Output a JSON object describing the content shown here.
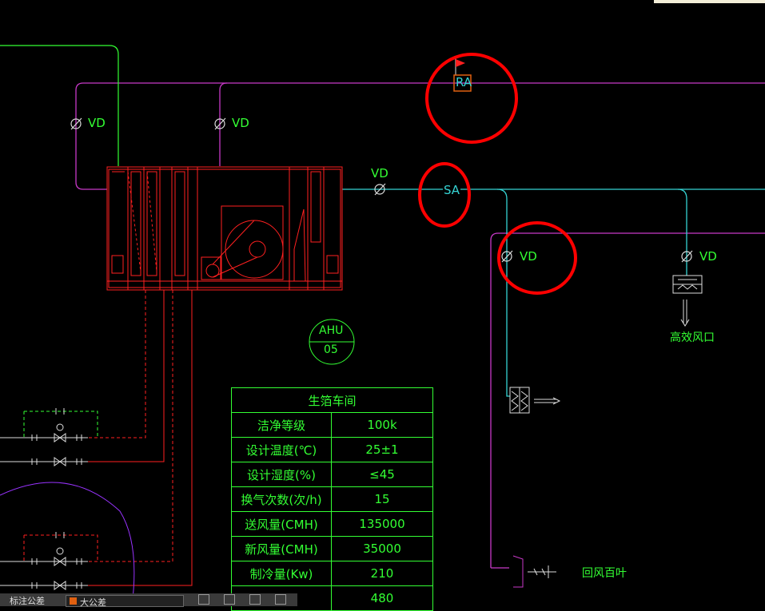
{
  "colors": {
    "duct_supply": "#35d3d3",
    "duct_return": "#c839c8",
    "pipe": "#33ff33",
    "equipment": "#ff2020",
    "highlight": "#ff0000",
    "background": "#000000"
  },
  "labels": {
    "vd": "VD",
    "ra": "RA",
    "sa": "SA",
    "ahu_top": "AHU",
    "ahu_bottom": "05",
    "high_eff_outlet": "高效风口",
    "return_louver": "回风百叶"
  },
  "table": {
    "title": "生箔车间",
    "rows": [
      {
        "key": "洁净等级",
        "value": "100k"
      },
      {
        "key": "设计温度(℃)",
        "value": "25±1"
      },
      {
        "key": "设计湿度(%)",
        "value": "≤45"
      },
      {
        "key": "换气次数(次/h)",
        "value": "15"
      },
      {
        "key": "送风量(CMH)",
        "value": "135000"
      },
      {
        "key": "新风量(CMH)",
        "value": "35000"
      },
      {
        "key": "制冷量(Kw)",
        "value": "210"
      },
      {
        "key": "",
        "value": "480"
      }
    ]
  },
  "statusbar": {
    "layer_label": "标注公差",
    "layer_current": "大公差"
  }
}
